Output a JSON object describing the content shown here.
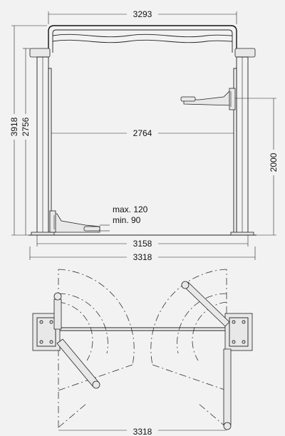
{
  "dimensions": {
    "top_width": "3293",
    "total_height": "3918",
    "column_height": "2756",
    "inner_width": "2764",
    "lift_height": "2000",
    "base_inner": "3158",
    "base_outer": "3318",
    "plan_width": "3318"
  },
  "pad_height": {
    "max": "max. 120",
    "min": "min. 90"
  },
  "colors": {
    "background": "#f2f2f2",
    "line": "#222222"
  }
}
